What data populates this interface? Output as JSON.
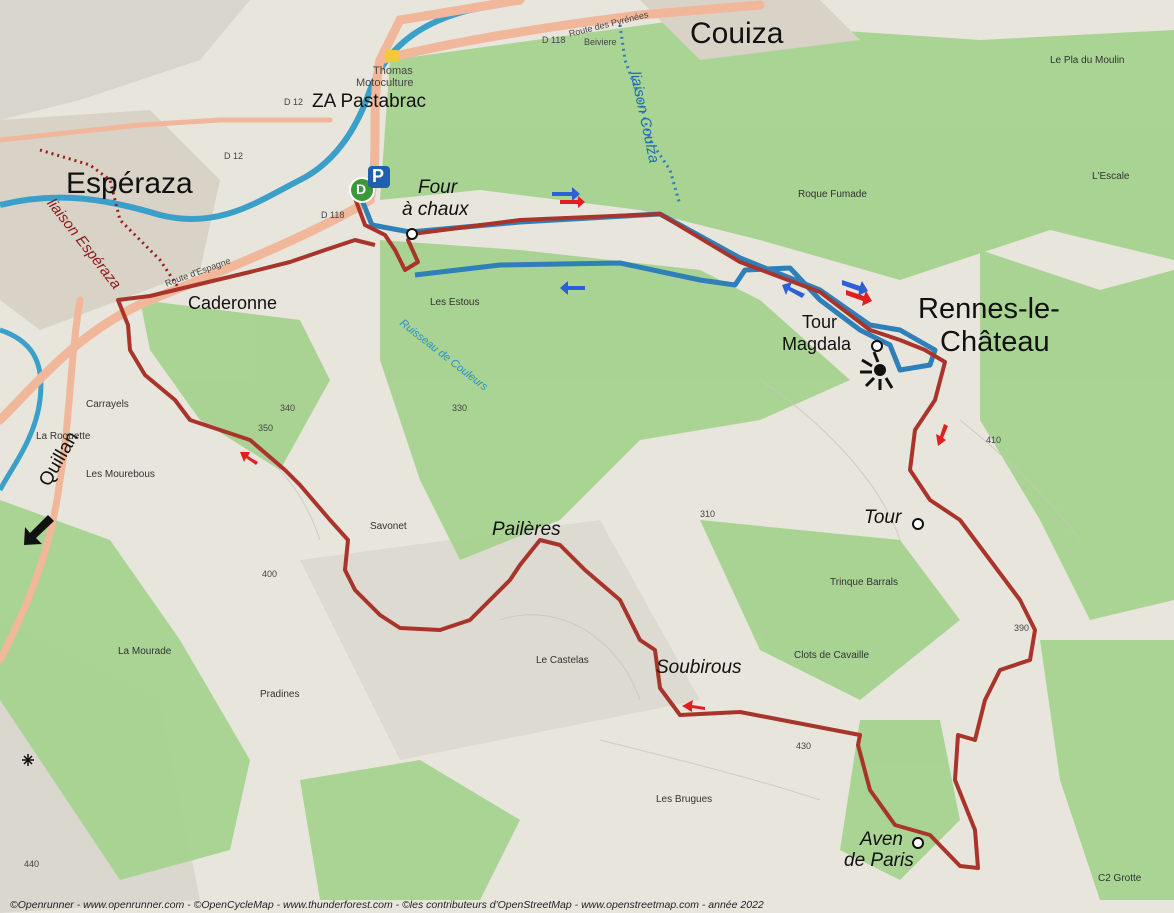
{
  "places": {
    "couiza": "Couiza",
    "esperaza": "Espéraza",
    "rennes_line1": "Rennes-le-",
    "rennes_line2": "Château",
    "za_pastabrac": "ZA Pastabrac",
    "caderonne": "Caderonne",
    "four_line1": "Four",
    "four_line2": "à chaux",
    "tour_magdala_line1": "Tour",
    "tour_magdala_line2": "Magdala",
    "tour": "Tour",
    "pailleres": "Pailères",
    "soubirous": "Soubirous",
    "aven_line1": "Aven",
    "aven_line2": "de Paris",
    "quillan": "Quillan"
  },
  "map_labels": {
    "thomas_line1": "Thomas",
    "thomas_line2": "Motoculture",
    "beiviere": "Beiviere",
    "route_pyrenees": "Route des Pyrénées",
    "le_pla_du_moulin": "Le Pla du Moulin",
    "lescale": "L'Escale",
    "roque_fumade": "Roque Fumade",
    "les_estous": "Les Estous",
    "ruisseau": "Ruisseau de Couleurs",
    "liaison_couiza": "liaison Couiza",
    "liaison_esperaza": "liaison Espéraza",
    "carrayels": "Carrayels",
    "la_roquette": "La Roquette",
    "les_mourebous": "Les Mourebous",
    "savonet": "Savonet",
    "trinque_barrals": "Trinque Barrals",
    "la_mourade": "La Mourade",
    "le_castelas": "Le Castelas",
    "clots_de_cavaille": "Clots de Cavaille",
    "pradines": "Pradines",
    "les_brugues": "Les Brugues",
    "c2_grotte": "C2 Grotte",
    "d118": "D 118",
    "d12": "D 12",
    "route_espagne": "Route d'Espagne",
    "alt_340": "340",
    "alt_350": "350",
    "alt_330": "330",
    "alt_310": "310",
    "alt_400": "400",
    "alt_430": "430",
    "alt_410": "410",
    "alt_390": "390",
    "alt_440": "440"
  },
  "markers": {
    "depart": "D",
    "parking": "P"
  },
  "credit": "©Openrunner - www.openrunner.com - ©OpenCycleMap - www.thunderforest.com - ©les contributeurs d'OpenStreetMap - www.openstreetmap.com - année 2022",
  "colors": {
    "route_red": "#a8342b",
    "route_blue": "#2f7fb8",
    "forest": "#9fcf8a",
    "river": "#3aa0c9",
    "road": "#f0b79a",
    "depart": "#3a9a3a",
    "parking": "#1f5fb0"
  },
  "icons": [
    "start-marker-icon",
    "parking-icon",
    "viewpoint-icon",
    "direction-arrow-icon",
    "quillan-arrow-icon",
    "bicycle-shop-icon"
  ]
}
